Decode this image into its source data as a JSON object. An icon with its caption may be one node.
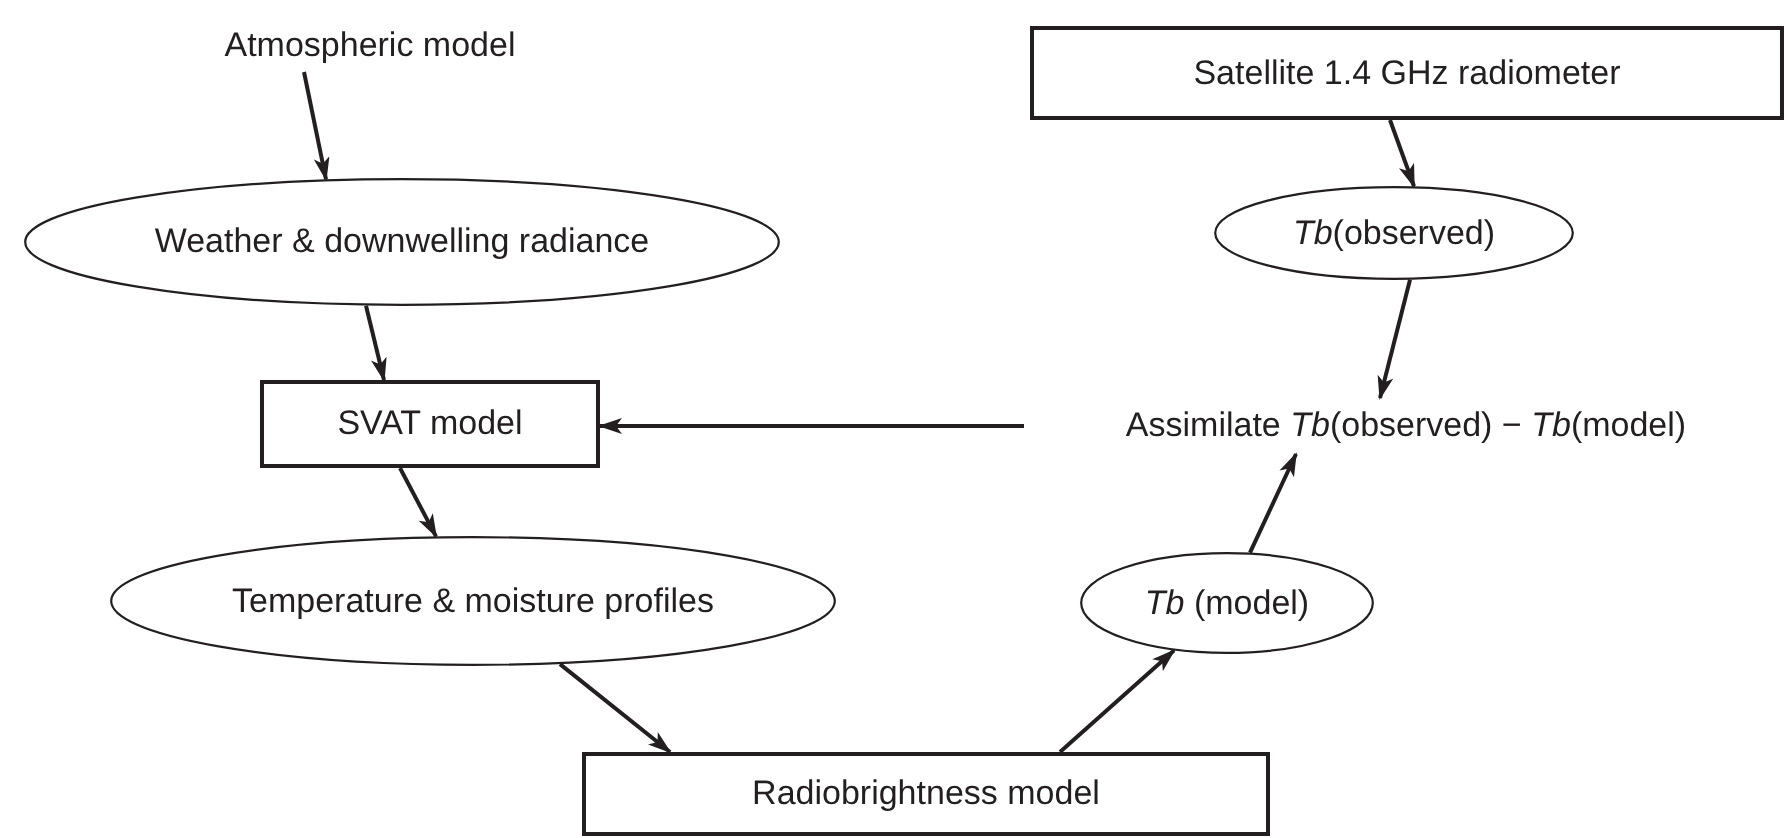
{
  "diagram": {
    "nodes": [
      {
        "text": [
          "Atmospheric model"
        ]
      },
      {
        "text": [
          "Weather & downwelling radiance"
        ]
      },
      {
        "text": [
          "SVAT model"
        ]
      },
      {
        "text": [
          "Temperature & moisture profiles"
        ]
      },
      {
        "text": [
          "Radiobrightness model"
        ]
      },
      {
        "text": [
          "Satellite 1.4 GHz radiometer"
        ]
      },
      {
        "text": [
          "*Tb*(observed)"
        ]
      },
      {
        "text": [
          "Assimilate *Tb*(observed) − *Tb*(model)"
        ]
      },
      {
        "text": [
          "*Tb* (model)"
        ]
      }
    ],
    "edges": [
      {
        "from": 0,
        "to": 1,
        "arrow": "to"
      },
      {
        "from": 1,
        "to": 2,
        "arrow": "to"
      },
      {
        "from": 2,
        "to": 3,
        "arrow": "to"
      },
      {
        "from": 3,
        "to": 4,
        "arrow": "to"
      },
      {
        "from": 4,
        "to": 8,
        "arrow": "to"
      },
      {
        "from": 8,
        "to": 7,
        "arrow": "to"
      },
      {
        "from": 5,
        "to": 6,
        "arrow": "to"
      },
      {
        "from": 6,
        "to": 7,
        "arrow": "to"
      },
      {
        "from": 7,
        "to": 2,
        "arrow": "to"
      }
    ]
  }
}
